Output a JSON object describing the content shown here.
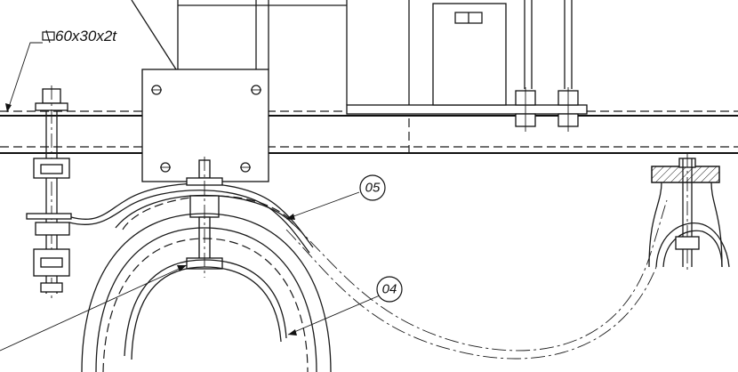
{
  "annotations": {
    "profile_label": "60x30x2t",
    "profile_symbol_icon": "rectangular-tube-symbol"
  },
  "balloons": [
    {
      "id": "05"
    },
    {
      "id": "04"
    }
  ]
}
